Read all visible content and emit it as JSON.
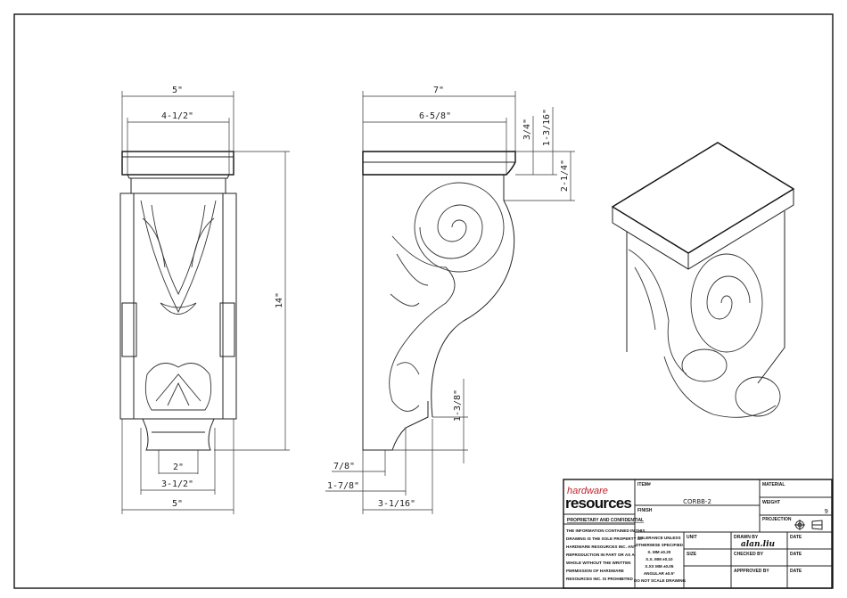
{
  "dimensions": {
    "front": {
      "top_width": "5\"",
      "inner_width": "4-1/2\"",
      "height": "14\"",
      "bottom_small": "2\"",
      "bottom_mid": "3-1/2\"",
      "bottom_width": "5\""
    },
    "side": {
      "depth": "7\"",
      "inner_depth": "6-5/8\"",
      "cap_a": "3/4\"",
      "cap_b": "1-3/16\"",
      "cap_c": "2-1/4\"",
      "toe_height": "1-3/8\"",
      "toe_a": "7/8\"",
      "toe_b": "1-7/8\"",
      "base_depth": "3-1/16\""
    }
  },
  "title_block": {
    "logo_top": "hardware",
    "logo_bottom": "resources",
    "confidential_heading": "PROPRIETARY AND CONFIDENTIAL",
    "confidential_lines": [
      "THE INFORMATION CONTAINED IN THIS",
      "DRAWING IS THE SOLE PROPERTY OF",
      "HARDWARE RESOURCES INC. ANY",
      "REPRODUCTION IN PART OR AS A",
      "WHOLE WITHOUT THE WRITTEN",
      "PERMISSION OF HARDWARE",
      "RESOURCES INC. IS PROHIBITED"
    ],
    "item_label": "ITEM#",
    "item_value": "CORBB-2",
    "finish_label": "FINISH",
    "material_label": "MATERIAL",
    "weight_label": "WEIGHT",
    "weight_value": "9",
    "projection_label": "PROJECTION",
    "tolerance_lines": [
      "TOLERANCE UNLESS",
      "OTHERWISE SPECIFIED",
      "X.   MM   ±0.20",
      "X.X.  MM   ±0.10",
      "X.XX  MM  ±0.05",
      "ANGULAR     ±0.5°",
      "DO NOT SCALE DRAWING"
    ],
    "unit_label": "UNIT",
    "size_label": "SIZE",
    "drawn_by_label": "DRAWN BY",
    "drawn_by_value": "alan.liu",
    "checked_by_label": "CHECKED BY",
    "approved_by_label": "APPPROVED BY",
    "date_label": "DATE"
  }
}
